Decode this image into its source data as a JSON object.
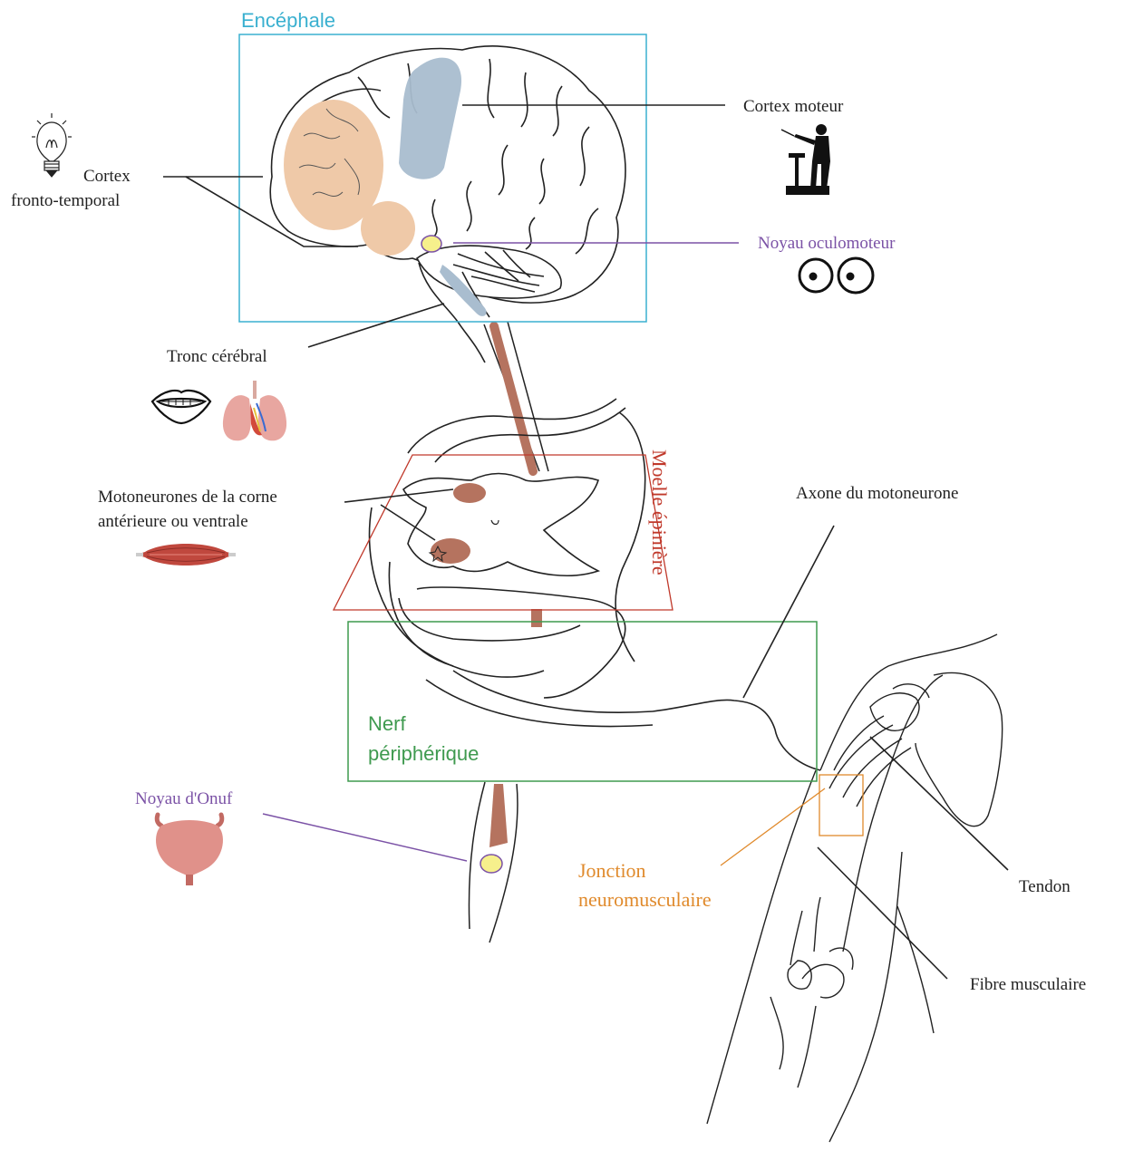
{
  "labels": {
    "encephale": "Encéphale",
    "cortex_moteur": "Cortex moteur",
    "cortex_fronto_temporal_line1": "Cortex",
    "cortex_fronto_temporal_line2": "fronto-temporal",
    "noyau_oculomoteur": "Noyau oculomoteur",
    "tronc_cerebral": "Tronc cérébral",
    "moelle_epiniere": "Moelle épinière",
    "motoneurones_line1": "Motoneurones de la corne",
    "motoneurones_line2": "antérieure ou ventrale",
    "axone": "Axone du motoneurone",
    "nerf_line1": "Nerf",
    "nerf_line2": "périphérique",
    "noyau_onuf": "Noyau d'Onuf",
    "jonction_line1": "Jonction",
    "jonction_line2": "neuromusculaire",
    "tendon": "Tendon",
    "fibre": "Fibre musculaire"
  },
  "colors": {
    "encephale_box": "#3ab0d0",
    "moelle_box": "#c0392b",
    "nerf_box": "#3f9a4f",
    "jonction": "#e08a2c",
    "oculomoteur": "#7b52a6",
    "onuf": "#7b52a6",
    "cortex_fronto": "#efc9a8",
    "cortex_moteur": "#a9bdcf",
    "motoneuron": "#b5735f",
    "tract": "#b5735f",
    "nucleus_fill": "#f6f08c"
  },
  "icons": {
    "fronto_temporal": "lightbulb-icon",
    "cortex_moteur": "conductor-icon",
    "noyau_oculomoteur": "eyes-icon",
    "tronc_cerebral_1": "mouth-icon",
    "tronc_cerebral_2": "lungs-icon",
    "motoneurones": "muscle-icon",
    "noyau_onuf": "bladder-icon"
  }
}
